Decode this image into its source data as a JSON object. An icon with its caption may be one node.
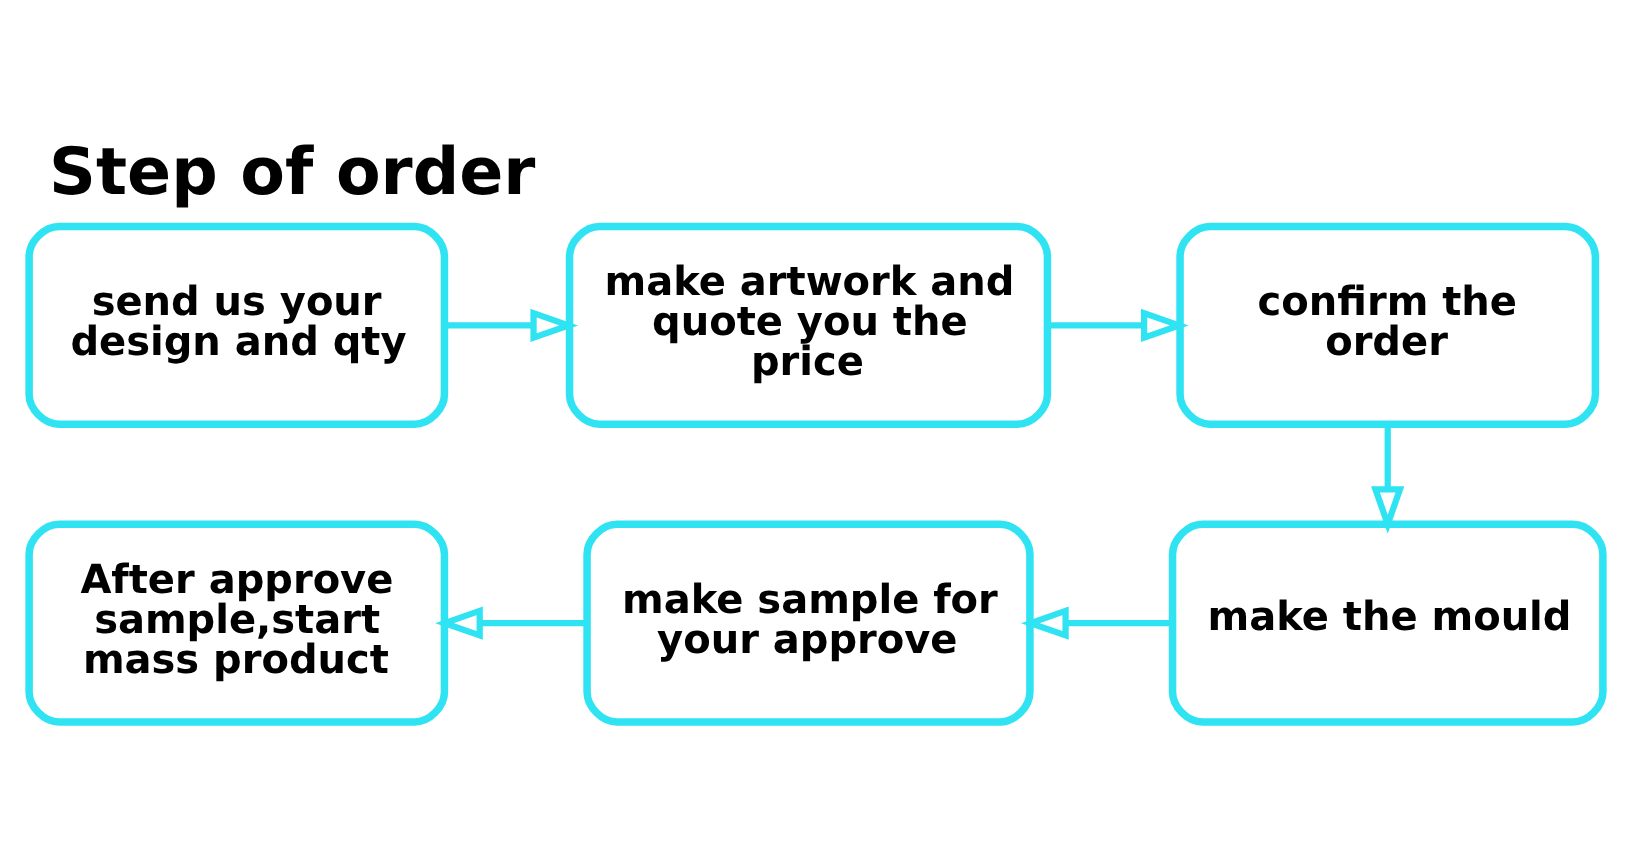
{
  "diagram": {
    "title": "Step of order",
    "nodes": [
      {
        "text": [
          "send us your design and qty"
        ]
      },
      {
        "text": [
          "make artwork and quote you the price"
        ]
      },
      {
        "text": [
          "confirm the order"
        ]
      },
      {
        "text": [
          "make the mould"
        ]
      },
      {
        "text": [
          "make sample for your approve"
        ]
      },
      {
        "text": [
          "After approve sample,start mass product"
        ]
      }
    ],
    "edges": [
      {
        "from": 0,
        "to": 1,
        "arrow": "to"
      },
      {
        "from": 1,
        "to": 2,
        "arrow": "to"
      },
      {
        "from": 2,
        "to": 3,
        "arrow": "to"
      },
      {
        "from": 3,
        "to": 4,
        "arrow": "to"
      },
      {
        "from": 4,
        "to": 5,
        "arrow": "to"
      }
    ]
  }
}
